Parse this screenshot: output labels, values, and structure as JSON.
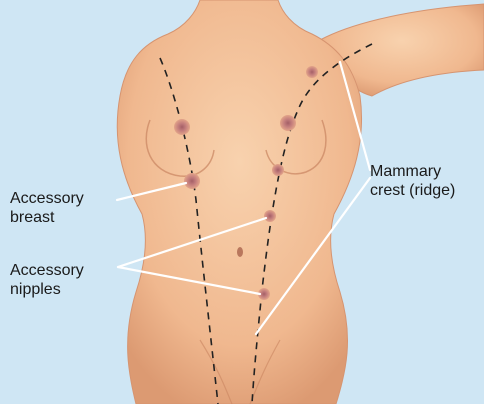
{
  "labels": {
    "accessory_breast": [
      "Accessory",
      "breast"
    ],
    "accessory_nipples": [
      "Accessory",
      "nipples"
    ],
    "mammary_crest": [
      "Mammary",
      "crest (ridge)"
    ]
  },
  "colors": {
    "background": "#cfe6f4",
    "skin": "#f2c09a",
    "skin_shadow": "#dd9a72",
    "areola": "#c27c7c",
    "nipple": "#a45f66",
    "leader_line": "#ffffff",
    "crest_dashes": "#222222"
  }
}
